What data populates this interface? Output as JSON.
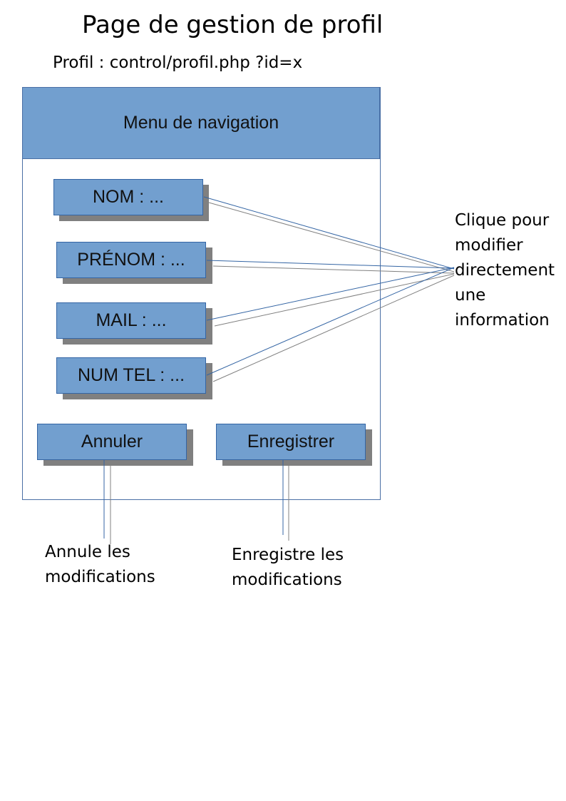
{
  "page": {
    "title": "Page de gestion de profil",
    "route": "Profil : control/profil.php ?id=x"
  },
  "nav": {
    "label": "Menu de navigation"
  },
  "fields": {
    "nom": "NOM : ...",
    "prenom": "PRÉNOM : ...",
    "mail": "MAIL : ...",
    "tel": "NUM TEL : ..."
  },
  "buttons": {
    "cancel": "Annuler",
    "save": "Enregistrer"
  },
  "notes": {
    "edit": [
      "Clique pour",
      "modifier",
      "directement",
      "une",
      "information"
    ],
    "cancel": [
      "Annule les",
      "modifications"
    ],
    "save": [
      "Enregistre les",
      "modifications"
    ]
  },
  "colors": {
    "box_fill": "#729fcf",
    "box_border": "#3465a4",
    "shadow": "#808080",
    "connector_blue": "#3465a4",
    "connector_grey": "#808080"
  }
}
